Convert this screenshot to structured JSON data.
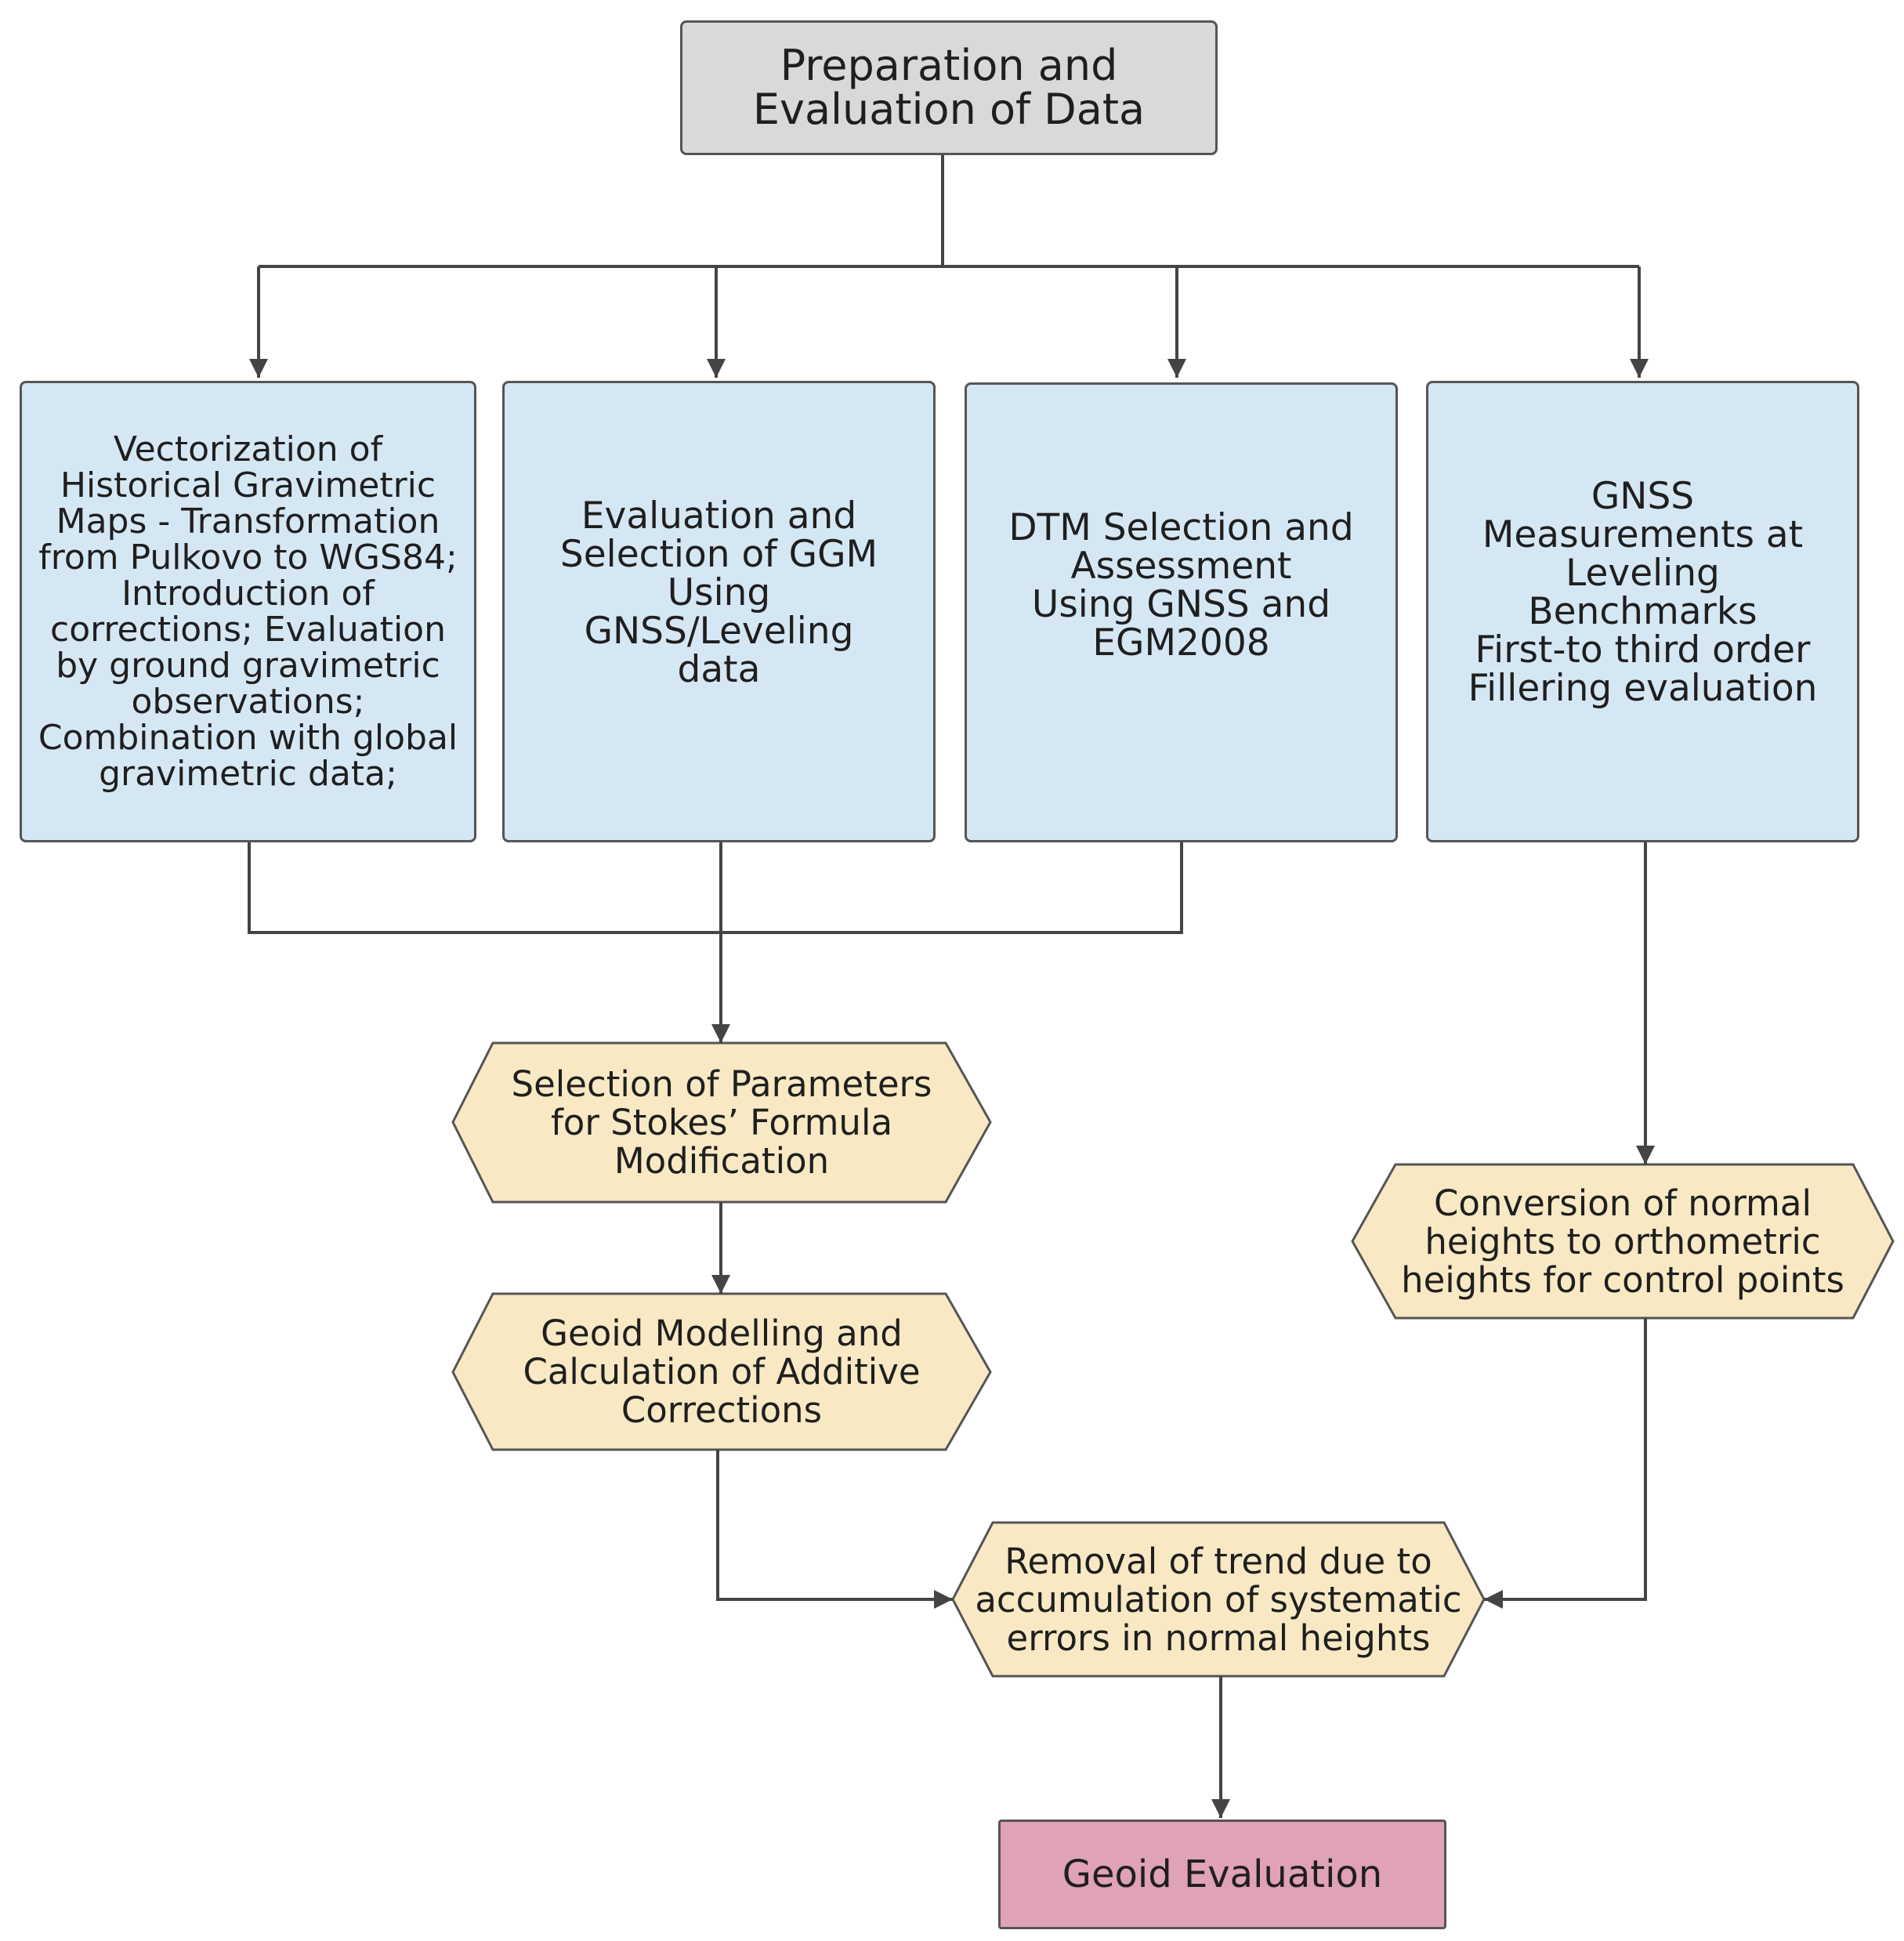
{
  "nodes": {
    "prep": "Preparation and\nEvaluation of Data",
    "vectorization": "Vectorization of\nHistorical Gravimetric\nMaps - Transformation\nfrom Pulkovo to WGS84;\nIntroduction of\ncorrections; Evaluation\nby ground gravimetric\nobservations;\nCombination with global\ngravimetric data;",
    "ggm": "Evaluation and\nSelection of GGM\nUsing\nGNSS/Leveling\ndata",
    "dtm": "DTM Selection and\nAssessment\nUsing GNSS and\nEGM2008",
    "gnss": "GNSS\nMeasurements at\nLeveling\nBenchmarks\nFirst-to third order\nFillering evaluation",
    "stokes": "Selection of Parameters\nfor Stokes’ Formula\nModification",
    "geoid_modelling": "Geoid Modelling and\nCalculation of Additive\nCorrections",
    "conversion": "Conversion of normal\nheights to orthometric\nheights for control points",
    "trend_removal": "Removal of trend due to\naccumulation of systematic\nerrors in normal heights",
    "geoid_evaluation": "Geoid Evaluation"
  },
  "colors": {
    "gray_box": "#d9d9d9",
    "blue_box": "#d6e7f4",
    "yellow_hex": "#f8e9c4",
    "pink_box": "#e0a2b5",
    "line": "#444444"
  }
}
